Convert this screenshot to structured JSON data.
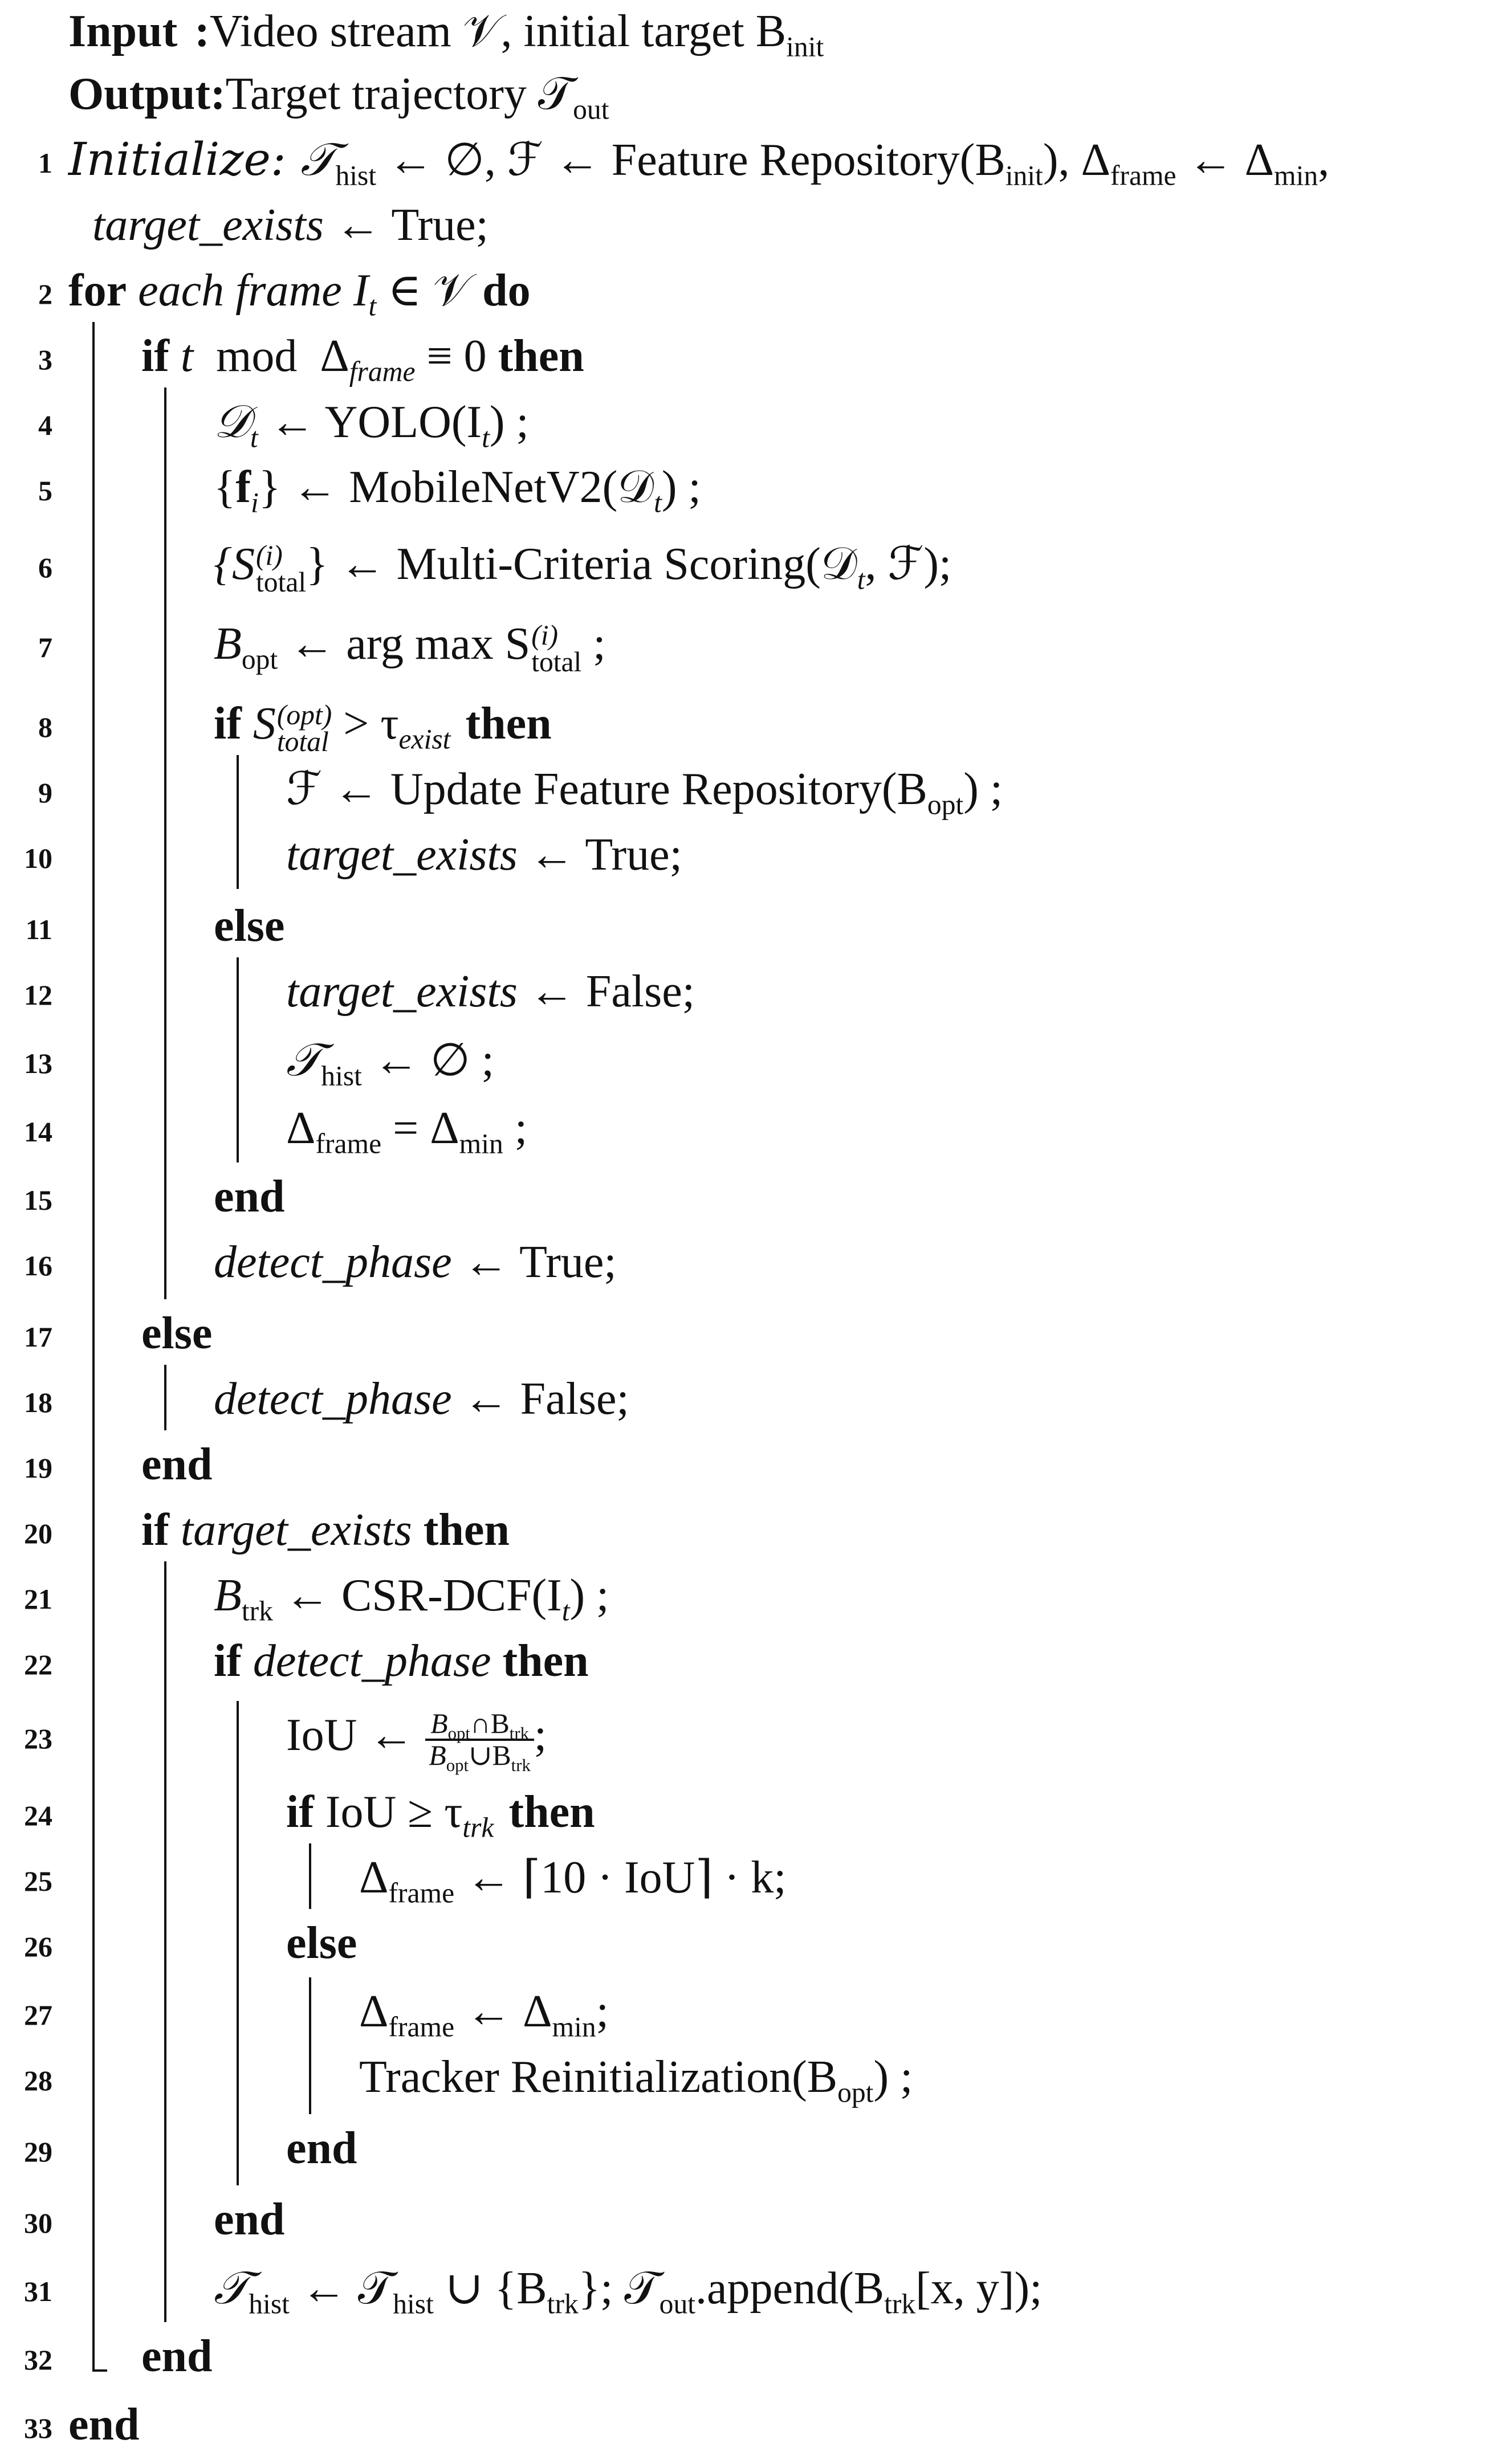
{
  "header": {
    "input_label": "Input",
    "input_text": "Video stream 𝒱, initial target B",
    "input_sub": "init",
    "output_label": "Output",
    "output_text": "Target trajectory 𝒯",
    "output_sub": "out"
  },
  "lines": [
    {
      "n": "1",
      "text_a": "Initialize: 𝒯",
      "text_b": "hist",
      "text_c": " ← ∅, ℱ ← Feature Repository(B",
      "text_d": "init",
      "text_e": "), Δ",
      "text_f": "frame",
      "text_g": " ← Δ",
      "text_h": "min",
      "text_i": ","
    },
    {
      "n": "",
      "text_a": "target_exists",
      "text_b": " ← True;"
    },
    {
      "n": "2",
      "kw1": "for",
      "text_a": " each frame I",
      "text_b": "t",
      "text_c": " ∈ 𝒱 ",
      "kw2": "do"
    },
    {
      "n": "3",
      "kw1": "if",
      "text_a": " t",
      "text_b": "  mod  Δ",
      "text_c": "frame",
      "text_d": " ≡ 0 ",
      "kw2": "then"
    },
    {
      "n": "4",
      "text_a": "𝒟",
      "text_b": "t",
      "text_c": " ← YOLO(I",
      "text_d": "t",
      "text_e": ") ;"
    },
    {
      "n": "5",
      "text_a": "{",
      "text_b": "f",
      "text_c": "i",
      "text_d": "} ← MobileNetV2(𝒟",
      "text_e": "t",
      "text_f": ") ;"
    },
    {
      "n": "6",
      "text_a": "{S",
      "sup": "(i)",
      "sub": "total",
      "text_b": "} ← Multi-Criteria Scoring(𝒟",
      "text_c": "t",
      "text_d": ", ℱ);"
    },
    {
      "n": "7",
      "text_a": "B",
      "text_b": "opt",
      "text_c": " ← arg max S",
      "sup": "(i)",
      "sub": "total",
      "text_d": " ;"
    },
    {
      "n": "8",
      "kw1": "if",
      "text_a": " S",
      "sup": "(opt)",
      "sub": "total",
      "text_b": " > τ",
      "text_c": "exist",
      "kw2": "then"
    },
    {
      "n": "9",
      "text_a": "ℱ ← Update Feature Repository(B",
      "text_b": "opt",
      "text_c": ") ;"
    },
    {
      "n": "10",
      "text_a": "target_exists",
      "text_b": " ← True;"
    },
    {
      "n": "11",
      "kw1": "else"
    },
    {
      "n": "12",
      "text_a": "target_exists",
      "text_b": " ← False;"
    },
    {
      "n": "13",
      "text_a": "𝒯",
      "text_b": "hist",
      "text_c": " ← ∅ ;"
    },
    {
      "n": "14",
      "text_a": "Δ",
      "text_b": "frame",
      "text_c": " = Δ",
      "text_d": "min",
      "text_e": " ;"
    },
    {
      "n": "15",
      "kw1": "end"
    },
    {
      "n": "16",
      "text_a": "detect_phase",
      "text_b": " ← True;"
    },
    {
      "n": "17",
      "kw1": "else"
    },
    {
      "n": "18",
      "text_a": "detect_phase",
      "text_b": " ← False;"
    },
    {
      "n": "19",
      "kw1": "end"
    },
    {
      "n": "20",
      "kw1": "if",
      "text_a": " target_exists ",
      "kw2": "then"
    },
    {
      "n": "21",
      "text_a": "B",
      "text_b": "trk",
      "text_c": " ← CSR-DCF(I",
      "text_d": "t",
      "text_e": ") ;"
    },
    {
      "n": "22",
      "kw1": "if",
      "text_a": " detect_phase ",
      "kw2": "then"
    },
    {
      "n": "23",
      "text_a": "IoU ← ",
      "frac_top": "B",
      "frac_top_sub": "opt",
      "frac_top_op": "∩B",
      "frac_top_sub2": "trk",
      "frac_bot": "B",
      "frac_bot_sub": "opt",
      "frac_bot_op": "∪B",
      "frac_bot_sub2": "trk",
      "text_b": ";"
    },
    {
      "n": "24",
      "kw1": "if",
      "text_a": " IoU ≥ τ",
      "text_b": "trk",
      "kw2": "then"
    },
    {
      "n": "25",
      "text_a": "Δ",
      "text_b": "frame",
      "text_c": " ← ⌈10 · IoU⌉ · k;"
    },
    {
      "n": "26",
      "kw1": "else"
    },
    {
      "n": "27",
      "text_a": "Δ",
      "text_b": "frame",
      "text_c": " ← Δ",
      "text_d": "min",
      "text_e": ";"
    },
    {
      "n": "28",
      "text_a": "Tracker Reinitialization(B",
      "text_b": "opt",
      "text_c": ") ;"
    },
    {
      "n": "29",
      "kw1": "end"
    },
    {
      "n": "30",
      "kw1": "end"
    },
    {
      "n": "31",
      "text_a": "𝒯",
      "text_b": "hist",
      "text_c": " ← 𝒯",
      "text_d": "hist",
      "text_e": " ∪ {B",
      "text_f": "trk",
      "text_g": "}; 𝒯",
      "text_h": "out",
      "text_i": ".append(B",
      "text_j": "trk",
      "text_k": "[x, y]);"
    },
    {
      "n": "32",
      "kw1": "end"
    },
    {
      "n": "33",
      "kw1": "end"
    }
  ]
}
